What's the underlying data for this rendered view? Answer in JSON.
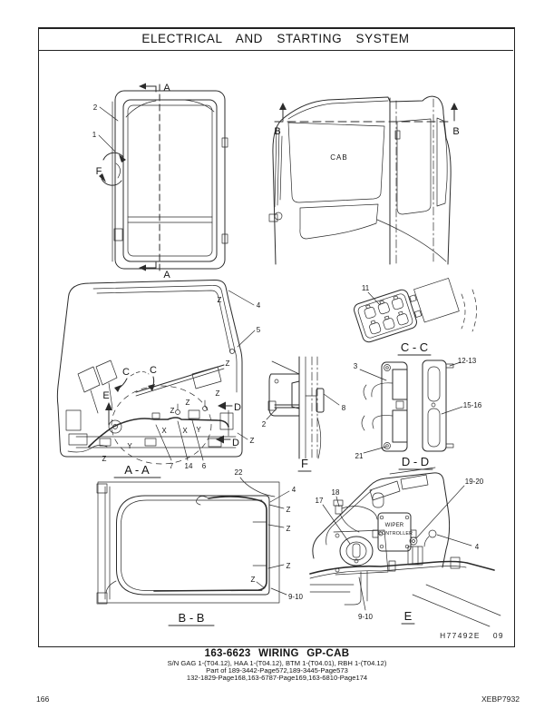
{
  "page": {
    "title": "ELECTRICAL AND STARTING SYSTEM",
    "plate_number": "H77492E",
    "plate_revision": "09",
    "footer_page": "166",
    "footer_code": "XEBP7932"
  },
  "caption": {
    "part_title": "163-6623 WIRING GP-CAB",
    "serial_line": "S/N GAG 1-(T04.12), HAA 1-(T04.12), BTM 1-(T04.01), RBH 1-(T04.12)",
    "part_of_line": "Part of 189-3442-Page572,189-3445-Page573",
    "pages_line": "132-1829-Page168,163-6787-Page169,163-6810-Page174"
  },
  "labels": {
    "section_a": "A",
    "section_b": "B",
    "view_aa": "A - A",
    "view_bb": "B - B",
    "view_cc": "C - C",
    "view_dd": "D - D",
    "view_e": "E",
    "view_f": "F",
    "detail_c": "C",
    "detail_d": "D",
    "detail_e": "E",
    "detail_f": "F",
    "cab": "CAB",
    "wiper_line1": "WIPER",
    "wiper_line2": "CONTROLLER",
    "z": "Z",
    "x": "X",
    "y": "Y",
    "item1": "1",
    "item2": "2",
    "item3": "3",
    "item4": "4",
    "item5": "5",
    "item6": "6",
    "item7": "7",
    "item8": "8",
    "item11": "11",
    "item14": "14",
    "item17": "17",
    "item18": "18",
    "item21": "21",
    "item22": "22",
    "item9_10": "9-10",
    "item12_13": "12-13",
    "item15_16": "15-16",
    "item19_20": "19-20"
  },
  "colors": {
    "ink": "#2b2b2b",
    "paper": "#ffffff"
  }
}
